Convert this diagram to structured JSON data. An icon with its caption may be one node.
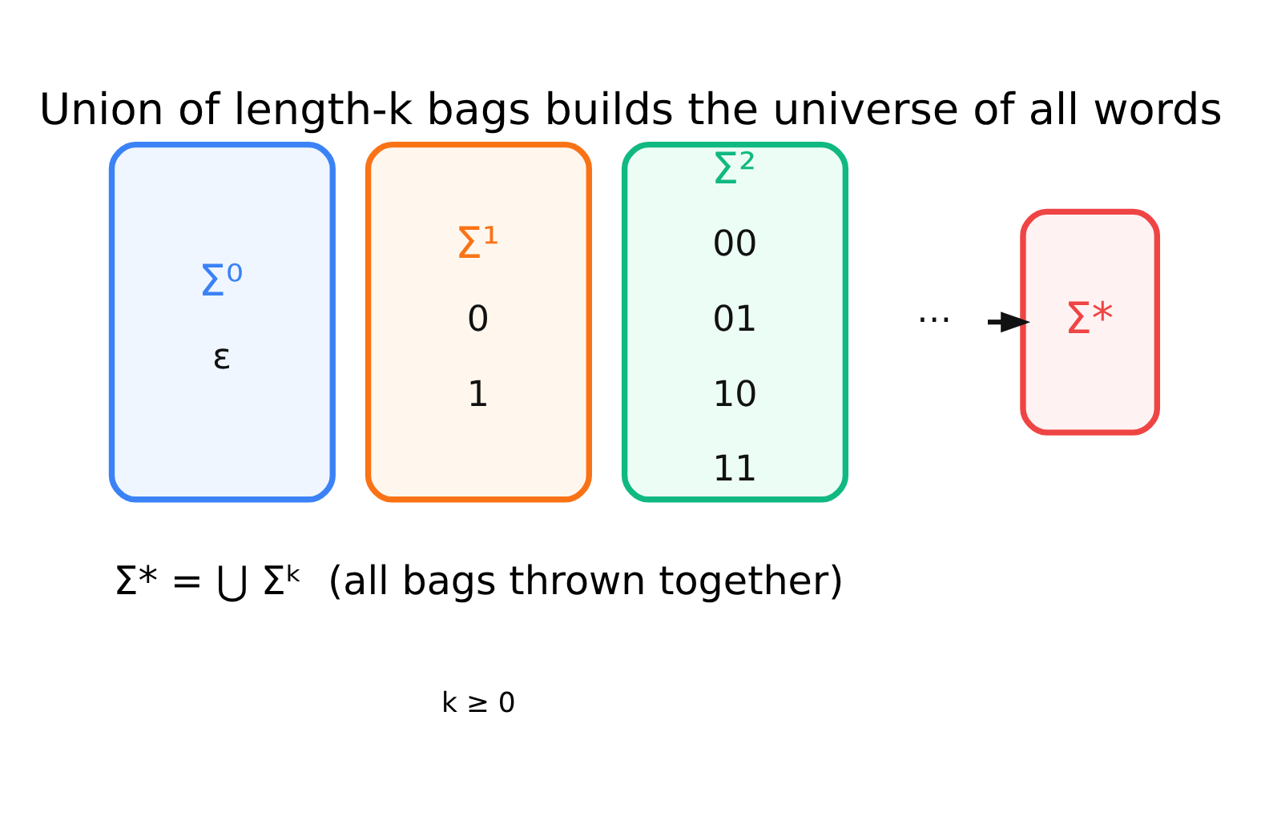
{
  "diagram": {
    "title": "Union of length-k bags builds the universe of all words",
    "nodes": [
      {
        "text": [
          "Σ⁰",
          "ε"
        ]
      },
      {
        "text": [
          "Σ¹",
          "0",
          "1"
        ]
      },
      {
        "text": [
          "Σ²",
          "00",
          "01",
          "10",
          "11"
        ]
      },
      {
        "text": [
          "⋯"
        ]
      },
      {
        "text": [
          "Σ*"
        ]
      }
    ],
    "edges": [
      {
        "from": 3,
        "to": 4,
        "arrow": "to"
      }
    ],
    "labels": [
      "Σ* = ⋃ Σᵏ  (all bags thrown together)",
      "k ≥ 0"
    ]
  }
}
